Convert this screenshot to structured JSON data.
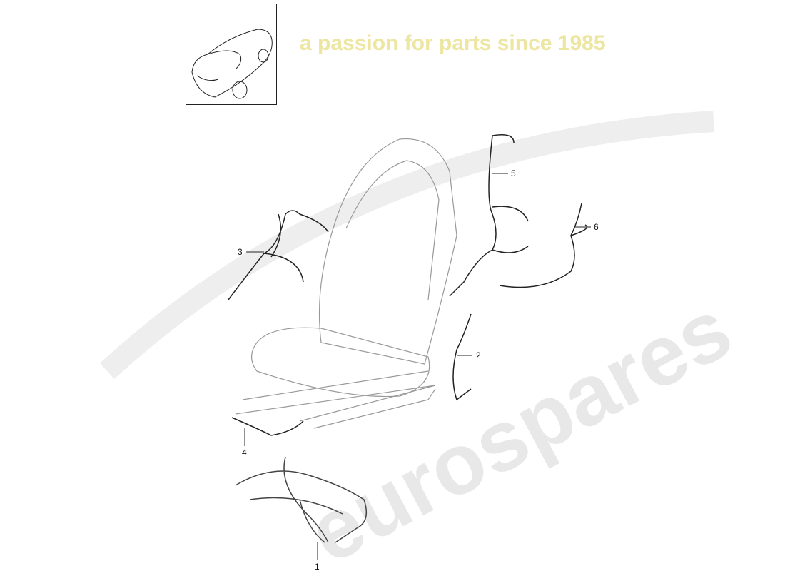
{
  "thumbnail": {
    "icon": "car-overview-icon"
  },
  "callouts": [
    {
      "number": "1"
    },
    {
      "number": "2"
    },
    {
      "number": "3"
    },
    {
      "number": "4"
    },
    {
      "number": "5"
    },
    {
      "number": "6"
    }
  ],
  "watermark": {
    "brand": "eurospares",
    "tagline": "a passion for parts since 1985",
    "brand_color": "#e6e6e6",
    "tagline_color": "#f4f0b0"
  }
}
